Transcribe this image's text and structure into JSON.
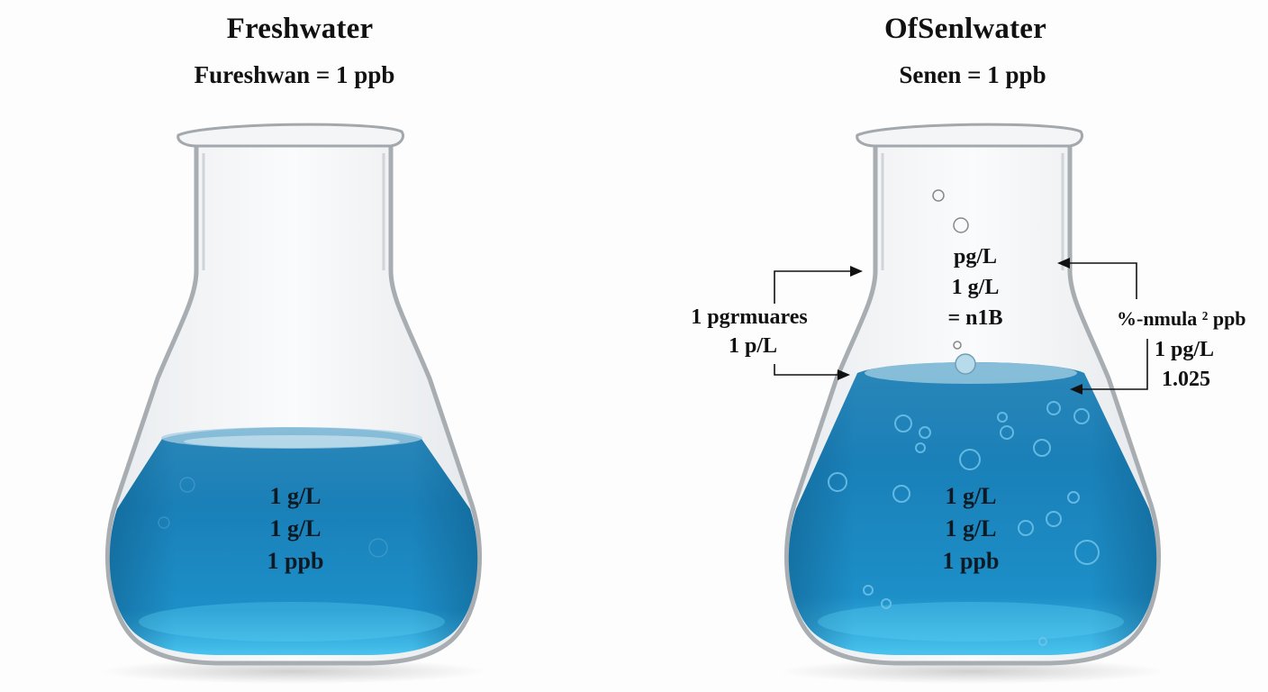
{
  "left_panel": {
    "title": "Freshwater",
    "subtitle": "Fureshwan = 1 ppb",
    "liquid_labels": [
      "1 g/L",
      "1 g/L",
      "1 ppb"
    ]
  },
  "right_panel": {
    "title": "OfSenlwater",
    "subtitle": "Senen = 1 ppb",
    "neck_labels": [
      "pg/L",
      "1 g/L",
      "= n1B"
    ],
    "liquid_labels": [
      "1 g/L",
      "1 g/L",
      "1 ppb"
    ],
    "left_callout": {
      "lines": [
        "1 pgrmuares",
        "1 p/L"
      ]
    },
    "right_callout": {
      "lines": [
        "%-nmula ² ppb",
        "1 pg/L",
        "1.025"
      ]
    }
  },
  "colors": {
    "background": "#fdfdfd",
    "liquid_top": "#2f8fbf",
    "liquid_mid": "#1a7db4",
    "liquid_bottom": "#3cb8e6",
    "glass_edge": "#9aa0a6",
    "text": "#111111"
  }
}
